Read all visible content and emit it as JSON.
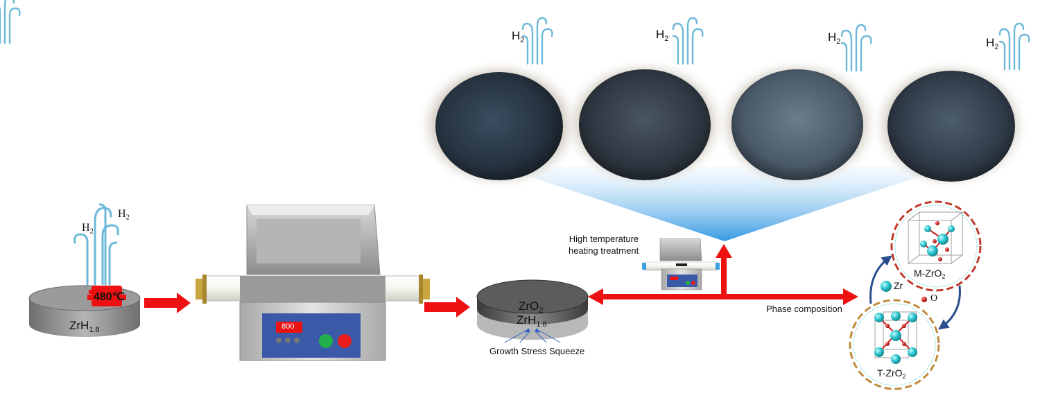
{
  "labels": {
    "h2_main": "H",
    "h2_sub": "2",
    "heater_temp": "480℃",
    "zrh_main": "ZrH",
    "zrh_sub": "1.8",
    "furnace_display": "800",
    "zro2_main": "ZrO",
    "zro2_sub": "2",
    "growth_stress": "Growth Stress Squeeze",
    "heat_treatment_line1": "High temperature",
    "heat_treatment_line2": "heating treatment",
    "phase_composition": "Phase composition",
    "m_zro2_main": "M-ZrO",
    "m_zro2_sub": "2",
    "t_zro2_main": "T-ZrO",
    "t_zro2_sub": "2",
    "zr": "Zr",
    "o": "O"
  },
  "colors": {
    "arrow_red": "#ee1111",
    "h2_blue": "#6cb8d8",
    "heater_red": "#ee1111",
    "panel_blue": "#3a5aa8",
    "fan_blue": "#3d9fe0",
    "zr_atom": "#2ec8d0",
    "o_atom": "#cc1a1a",
    "cycle_arrow": "#2a4e8c",
    "m_ring": "#c0392b",
    "t_ring": "#c08a3a"
  },
  "icons": [
    "h2-flow-icon",
    "heater-icon",
    "tube-furnace-icon",
    "crystal-structure-icon"
  ]
}
